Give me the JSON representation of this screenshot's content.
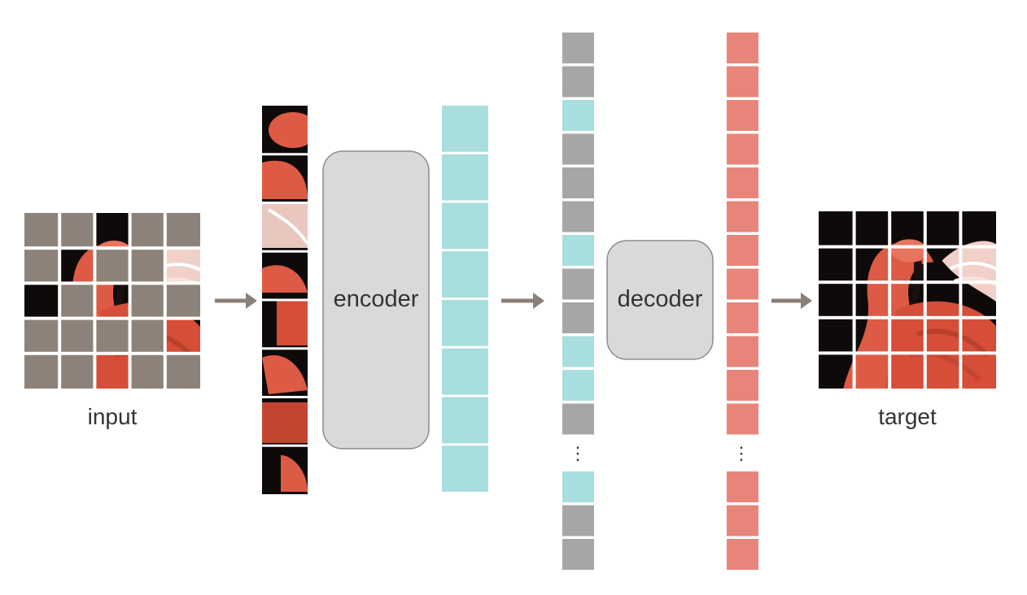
{
  "labels": {
    "input": "input",
    "encoder": "encoder",
    "decoder": "decoder",
    "target": "target",
    "ellipsis": "⋮"
  },
  "colors": {
    "mask_gray": "#8c8279",
    "token_gray": "#a6a6a6",
    "encoded_cyan": "#a8dedd",
    "predicted_red": "#e8857a",
    "block_fill": "#d9d9d9",
    "block_stroke": "#8c8c8c",
    "arrow": "#8c7f76",
    "image_dark": "#0f0a0a",
    "flamingo_red": "#dd5a45"
  },
  "input_grid": {
    "rows": 5,
    "cols": 5,
    "masked": [
      [
        true,
        true,
        false,
        true,
        true
      ],
      [
        true,
        false,
        true,
        true,
        false
      ],
      [
        false,
        true,
        false,
        true,
        true
      ],
      [
        true,
        true,
        true,
        true,
        false
      ],
      [
        true,
        true,
        false,
        true,
        true
      ]
    ]
  },
  "visible_patches": {
    "count": 8
  },
  "encoded_tokens": {
    "count": 8
  },
  "decoder_input_tokens": {
    "top": [
      "mask",
      "mask",
      "encoded",
      "mask",
      "mask",
      "mask",
      "encoded",
      "mask",
      "mask",
      "encoded",
      "encoded",
      "mask"
    ],
    "bottom": [
      "encoded",
      "mask",
      "mask"
    ]
  },
  "decoder_output_tokens": {
    "top_count": 12,
    "bottom_count": 3
  },
  "target_grid": {
    "rows": 5,
    "cols": 5
  }
}
